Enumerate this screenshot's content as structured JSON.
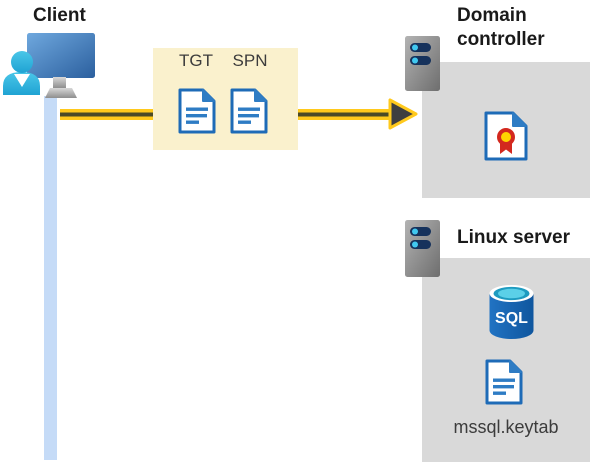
{
  "diagram": {
    "client": {
      "label": "Client"
    },
    "ticket_box": {
      "tgt_label": "TGT",
      "spn_label": "SPN"
    },
    "domain_controller": {
      "label": "Domain controller"
    },
    "linux_server": {
      "label": "Linux server",
      "sql_label": "SQL",
      "keytab_label": "mssql.keytab"
    },
    "icons": {
      "client": "user-monitor-icon",
      "tickets": "document-icon",
      "servers": "server-icon",
      "domain_controller_item": "certificate-icon",
      "database": "sql-database-icon",
      "flow": "arrow-right-icon",
      "client_connection": "connection-line"
    },
    "colors": {
      "highlight_box": "#faf1cd",
      "panel_gray": "#d9d9d9",
      "arrow_yellow": "#ffc91c",
      "arrow_core": "#4b4a26",
      "arrowhead_dark": "#3e3e40",
      "client_line_blue": "#c5dbf7",
      "doc_border_blue": "#1e6bb7",
      "doc_fill_blue": "#2e7cc4",
      "server_bar_navy": "#16325c",
      "server_led_cyan": "#41c8f0",
      "sql_body_blue": "#1565b4",
      "cert_red": "#d3281e",
      "cert_yellow": "#ffd400",
      "heading_text": "#1a1a1a",
      "label_text": "#3c3c3c"
    }
  }
}
